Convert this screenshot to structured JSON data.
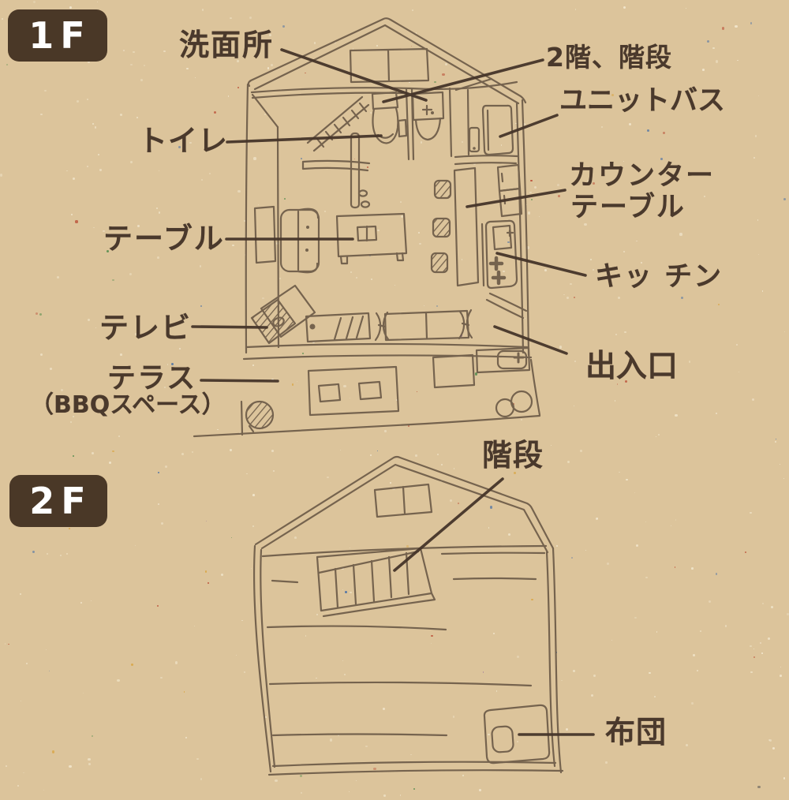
{
  "page": {
    "background_color": "#dcc49b",
    "ink_color": "#4a392c",
    "sketch_color": "#6d5b48",
    "badge_bg_color": "#4a3827",
    "badge_text_color": "#ffffff"
  },
  "floor1": {
    "badge_label": "1F",
    "labels": {
      "washroom": "洗面所",
      "stairs_to_2f": "2階、階段",
      "unit_bath": "ユニットバス",
      "toilet": "トイレ",
      "counter_table_line1": "カウンター",
      "counter_table_line2": "テーブル",
      "kitchen": "キッ チン",
      "table": "テーブル",
      "tv": "テレビ",
      "entrance": "出入口",
      "terrace": "テラス",
      "terrace_note": "（BBQスペース）"
    }
  },
  "floor2": {
    "badge_label": "2F",
    "labels": {
      "stairs": "階段",
      "futon": "布団"
    }
  }
}
